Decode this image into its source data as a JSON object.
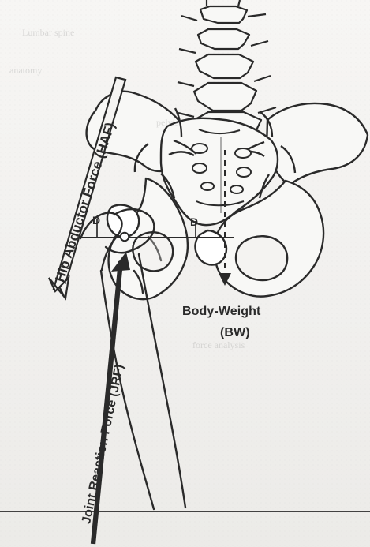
{
  "labels": {
    "hip_abductor_force": "Hip Abductor Force (HAF)",
    "joint_reaction_force": "Joint Reaction Force (JRF)",
    "lever_arm_left": "D",
    "lever_arm_right": "D",
    "body_weight": "Body-Weight",
    "body_weight_abbr": "(BW)"
  },
  "colors": {
    "ink": "#2a2a2a",
    "paper": "#f4f3f1",
    "bone_fill": "#f8f8f6",
    "shadow": "#bdbbb6"
  },
  "icons": {
    "pelvis": "pelvis-illustration",
    "spine": "vertebra-stack",
    "femur": "femur-outline",
    "haf_arrow": "hollow-arrow-icon",
    "jrf_arrow": "solid-arrow-icon",
    "bw_arrow": "dashed-arrow-icon"
  }
}
